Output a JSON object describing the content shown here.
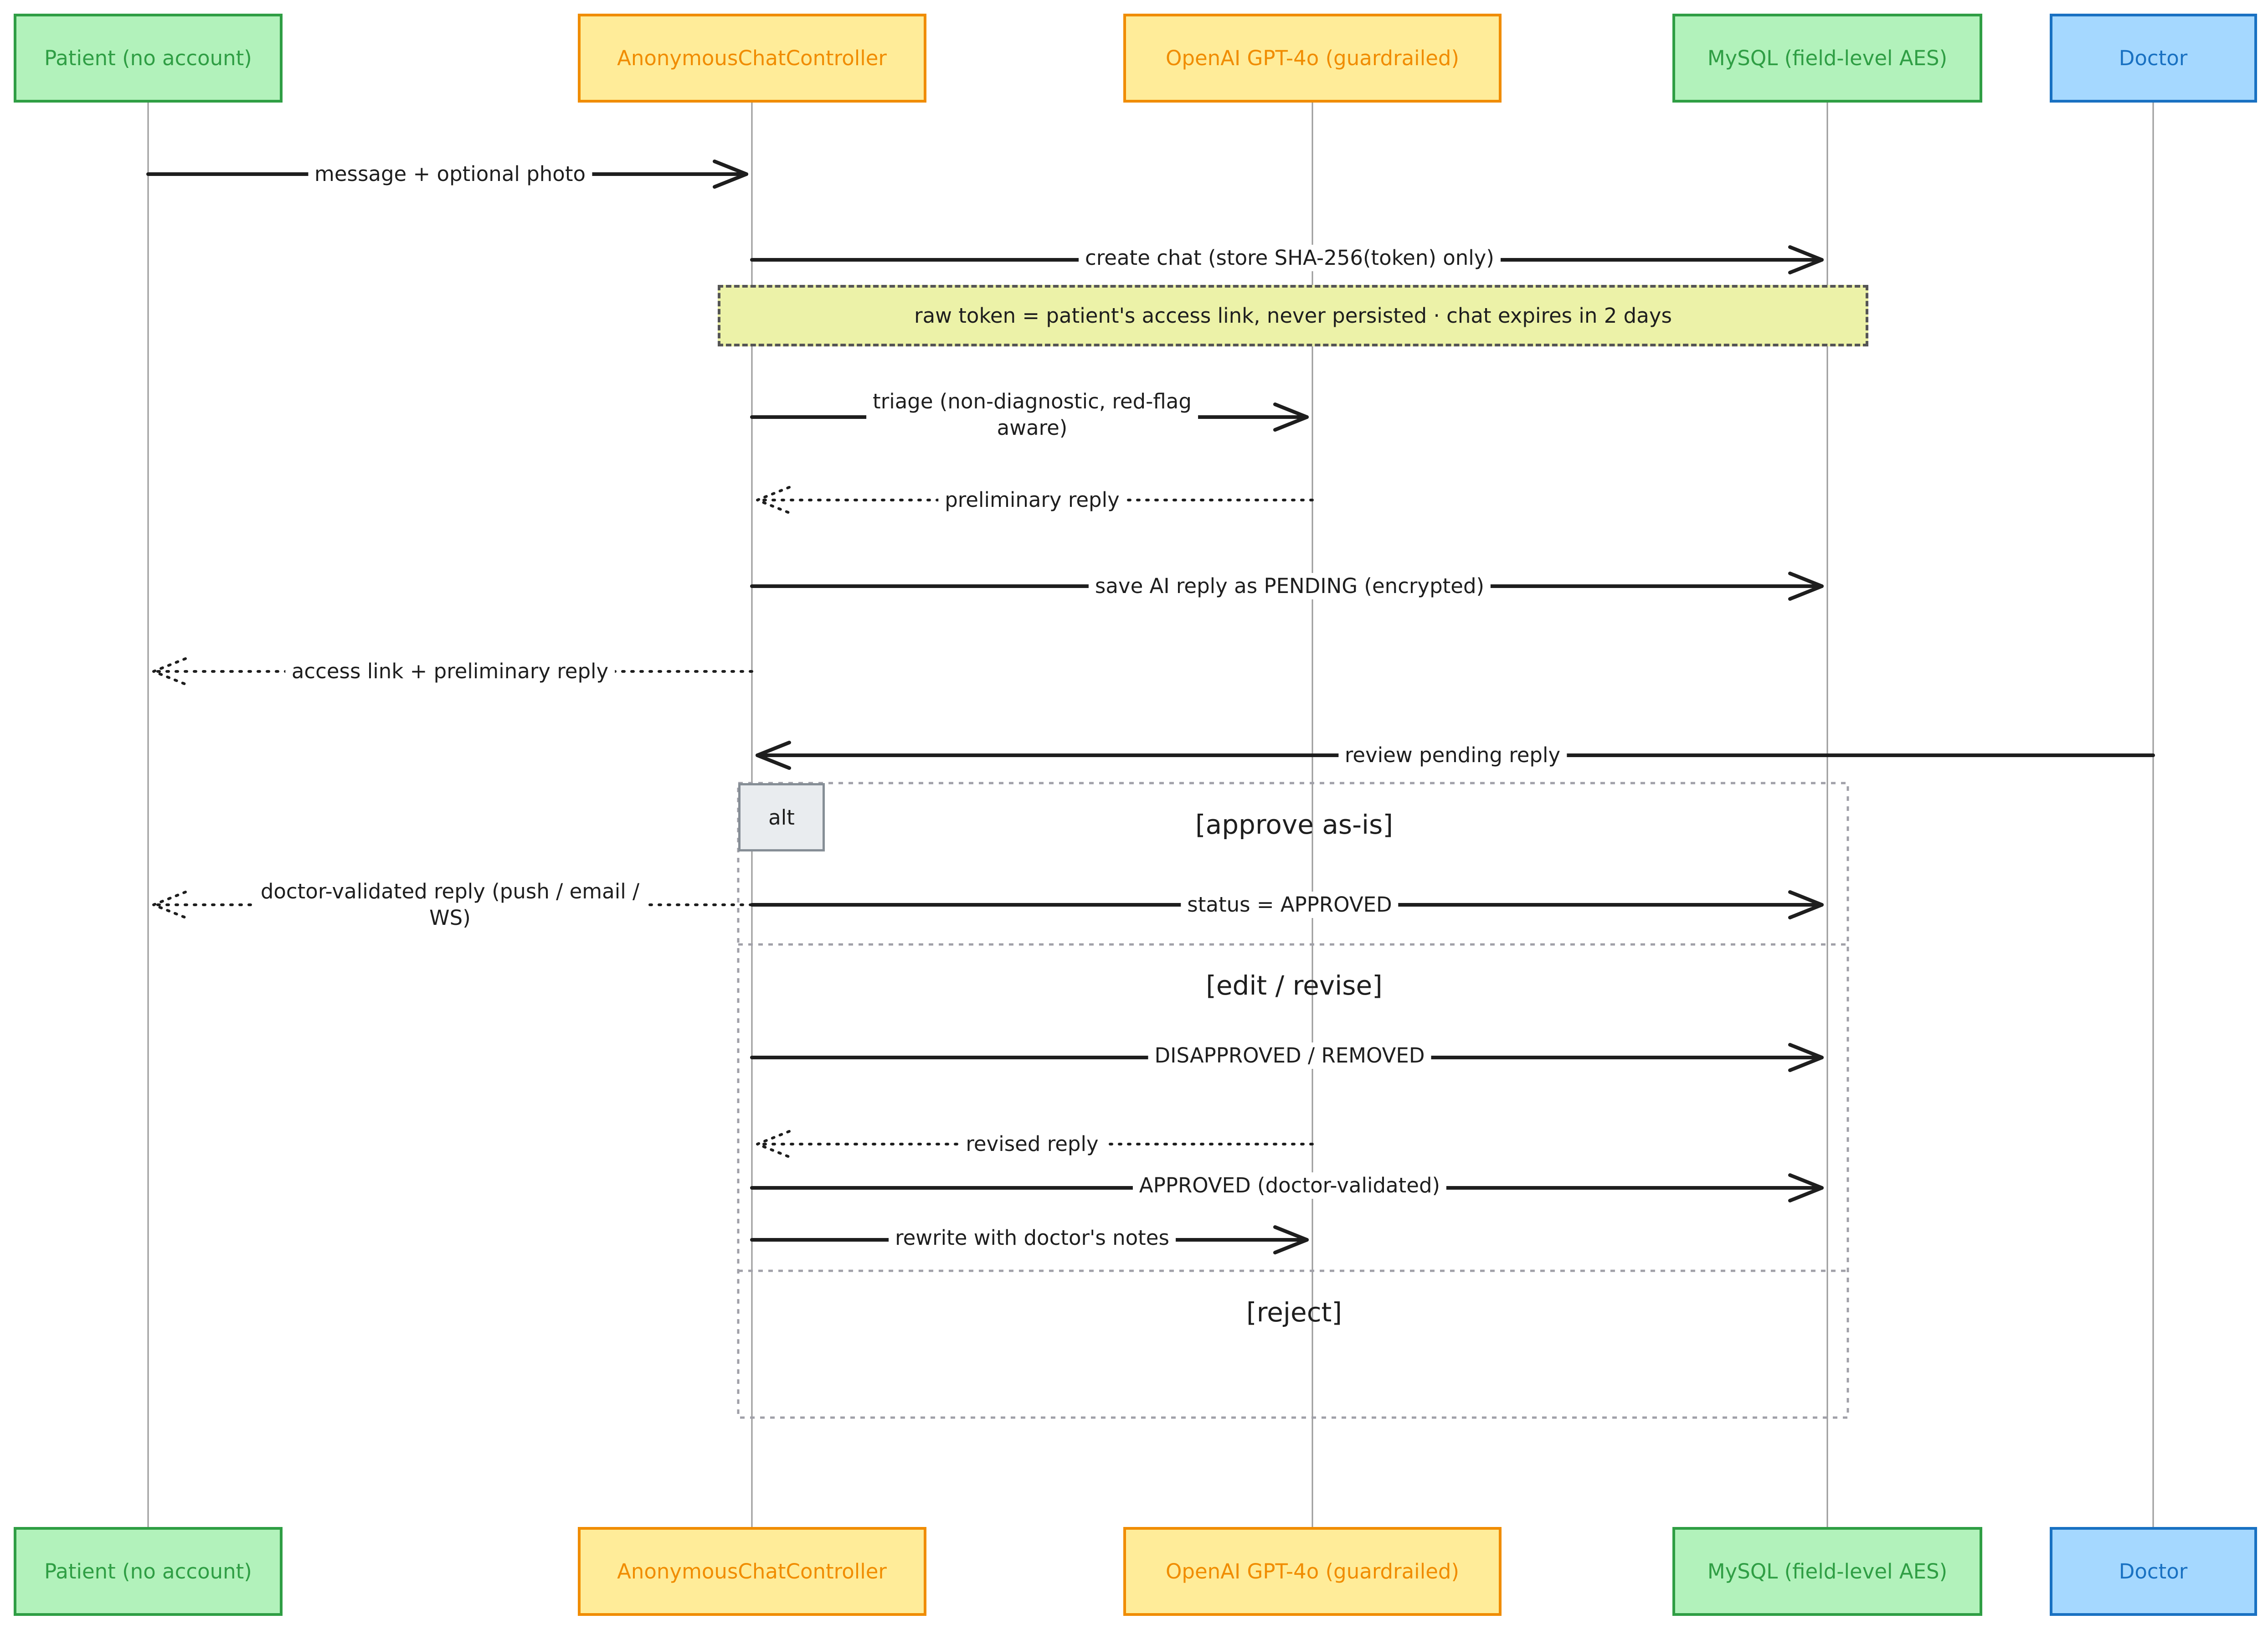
{
  "participants": [
    {
      "id": "patient",
      "label": "Patient (no account)",
      "color": "green"
    },
    {
      "id": "controller",
      "label": "AnonymousChatController",
      "color": "yellow"
    },
    {
      "id": "openai",
      "label": "OpenAI GPT-4o (guardrailed)",
      "color": "yellow"
    },
    {
      "id": "mysql",
      "label": "MySQL (field-level AES)",
      "color": "green"
    },
    {
      "id": "doctor",
      "label": "Doctor",
      "color": "blue"
    }
  ],
  "messages": [
    {
      "from": "patient",
      "to": "controller",
      "label": "message + optional photo",
      "style": "solid"
    },
    {
      "from": "controller",
      "to": "mysql",
      "label": "create chat (store SHA-256(token) only)",
      "style": "solid"
    },
    {
      "from": "controller",
      "to": "openai",
      "label": "triage (non-diagnostic, red-flag\naware)",
      "style": "solid"
    },
    {
      "from": "openai",
      "to": "controller",
      "label": "preliminary reply",
      "style": "dotted"
    },
    {
      "from": "controller",
      "to": "mysql",
      "label": "save AI reply as PENDING (encrypted)",
      "style": "solid"
    },
    {
      "from": "controller",
      "to": "patient",
      "label": "access link + preliminary reply",
      "style": "dotted"
    },
    {
      "from": "doctor",
      "to": "controller",
      "label": "review pending reply",
      "style": "solid"
    },
    {
      "from": "controller",
      "to": "patient",
      "label": "doctor-validated reply (push / email /\nWS)",
      "style": "dotted"
    },
    {
      "from": "controller",
      "to": "mysql",
      "label": "status = APPROVED",
      "style": "solid"
    },
    {
      "from": "controller",
      "to": "mysql",
      "label": "DISAPPROVED / REMOVED",
      "style": "solid"
    },
    {
      "from": "openai",
      "to": "controller",
      "label": "revised reply",
      "style": "dotted"
    },
    {
      "from": "controller",
      "to": "mysql",
      "label": "APPROVED (doctor-validated)",
      "style": "solid"
    },
    {
      "from": "controller",
      "to": "openai",
      "label": "rewrite with doctor's notes",
      "style": "solid"
    }
  ],
  "note": {
    "text": "raw token = patient's access link, never persisted · chat expires in 2 days"
  },
  "alt": {
    "label": "alt",
    "sections": [
      "[approve as-is]",
      "[edit / revise]",
      "[reject]"
    ]
  }
}
